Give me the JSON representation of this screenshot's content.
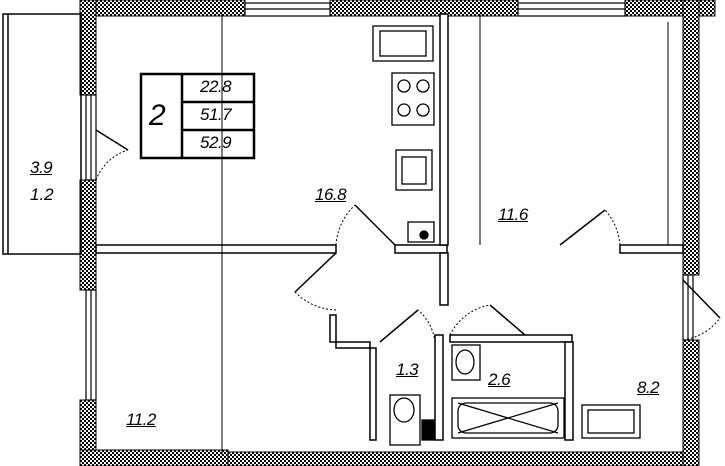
{
  "summary": {
    "rooms": "2",
    "living_area": "22.8",
    "total_area": "51.7",
    "total_area_with_balcony": "52.9"
  },
  "balcony": {
    "area": "3.9",
    "reduced_area": "1.2"
  },
  "rooms": {
    "kitchen_living": "16.8",
    "bedroom": "11.6",
    "room_bottom_left": "11.2",
    "toilet": "1.3",
    "bathroom": "2.6",
    "hall": "8.2"
  },
  "colors": {
    "line": "#000000",
    "hatch": "#000000",
    "background": "#ffffff"
  }
}
